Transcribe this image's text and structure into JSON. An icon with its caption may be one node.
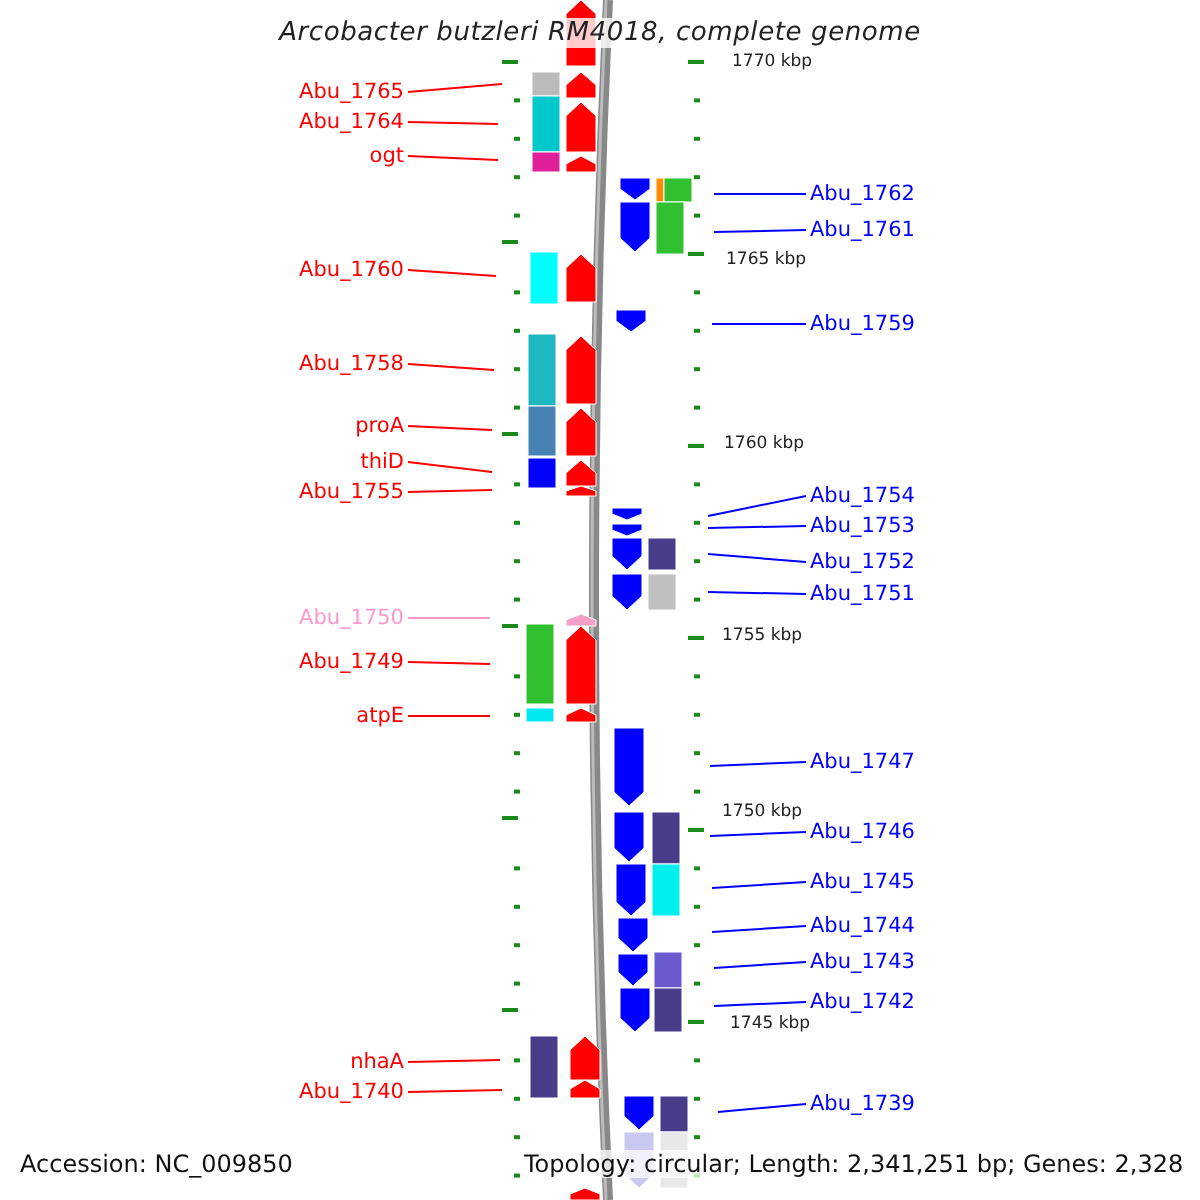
{
  "diagram": {
    "title": "Arcobacter butzleri RM4018, complete genome",
    "nodes": [
      {
        "text": [
          "Abu_1765"
        ]
      },
      {
        "text": [
          "Abu_1764"
        ]
      },
      {
        "text": [
          "ogt"
        ]
      },
      {
        "text": [
          "Abu_1760"
        ]
      },
      {
        "text": [
          "Abu_1758"
        ]
      },
      {
        "text": [
          "proA"
        ]
      },
      {
        "text": [
          "thiD"
        ]
      },
      {
        "text": [
          "Abu_1755"
        ]
      },
      {
        "text": [
          "Abu_1750"
        ]
      },
      {
        "text": [
          "Abu_1749"
        ]
      },
      {
        "text": [
          "atpE"
        ]
      },
      {
        "text": [
          "nhaA"
        ]
      },
      {
        "text": [
          "Abu_1740"
        ]
      },
      {
        "text": [
          "Abu_1762"
        ]
      },
      {
        "text": [
          "Abu_1761"
        ]
      },
      {
        "text": [
          "Abu_1759"
        ]
      },
      {
        "text": [
          "Abu_1754"
        ]
      },
      {
        "text": [
          "Abu_1753"
        ]
      },
      {
        "text": [
          "Abu_1752"
        ]
      },
      {
        "text": [
          "Abu_1751"
        ]
      },
      {
        "text": [
          "Abu_1747"
        ]
      },
      {
        "text": [
          "Abu_1746"
        ]
      },
      {
        "text": [
          "Abu_1745"
        ]
      },
      {
        "text": [
          "Abu_1744"
        ]
      },
      {
        "text": [
          "Abu_1743"
        ]
      },
      {
        "text": [
          "Abu_1742"
        ]
      },
      {
        "text": [
          "Abu_1739"
        ]
      }
    ],
    "edges": [
      {
        "from": 0,
        "to": null,
        "arrow": "none",
        "color": "#ff0000"
      },
      {
        "from": 1,
        "to": null,
        "arrow": "none",
        "color": "#ff0000"
      },
      {
        "from": 2,
        "to": null,
        "arrow": "none",
        "color": "#ff0000"
      },
      {
        "from": 3,
        "to": null,
        "arrow": "none",
        "color": "#ff0000"
      },
      {
        "from": 4,
        "to": null,
        "arrow": "none",
        "color": "#ff0000"
      },
      {
        "from": 5,
        "to": null,
        "arrow": "none",
        "color": "#ff0000"
      },
      {
        "from": 6,
        "to": null,
        "arrow": "none",
        "color": "#ff0000"
      },
      {
        "from": 7,
        "to": null,
        "arrow": "none",
        "color": "#ff0000"
      },
      {
        "from": 8,
        "to": null,
        "arrow": "none",
        "color": "#ff99cc"
      },
      {
        "from": 9,
        "to": null,
        "arrow": "none",
        "color": "#ff0000"
      },
      {
        "from": 10,
        "to": null,
        "arrow": "none",
        "color": "#ff0000"
      },
      {
        "from": 11,
        "to": null,
        "arrow": "none",
        "color": "#ff0000"
      },
      {
        "from": 12,
        "to": null,
        "arrow": "none",
        "color": "#ff0000"
      },
      {
        "from": 13,
        "to": null,
        "arrow": "none"
      },
      {
        "from": 14,
        "to": null,
        "arrow": "none"
      },
      {
        "from": 15,
        "to": null,
        "arrow": "none"
      },
      {
        "from": 16,
        "to": null,
        "arrow": "none"
      },
      {
        "from": 17,
        "to": null,
        "arrow": "none"
      },
      {
        "from": 18,
        "to": null,
        "arrow": "none"
      },
      {
        "from": 19,
        "to": null,
        "arrow": "none"
      },
      {
        "from": 20,
        "to": null,
        "arrow": "none"
      },
      {
        "from": 21,
        "to": null,
        "arrow": "none"
      },
      {
        "from": 22,
        "to": null,
        "arrow": "none"
      },
      {
        "from": 23,
        "to": null,
        "arrow": "none"
      },
      {
        "from": 24,
        "to": null,
        "arrow": "none"
      },
      {
        "from": 25,
        "to": null,
        "arrow": "none"
      },
      {
        "from": 26,
        "to": null,
        "arrow": "none"
      }
    ],
    "labels": [
      "1770 kbp",
      "1765 kbp",
      "1760 kbp",
      "1755 kbp",
      "1750 kbp",
      "1745 kbp",
      "Accession: NC_009850",
      "Topology: circular; Length: 2,341,251 bp; Genes: 2,328"
    ]
  }
}
